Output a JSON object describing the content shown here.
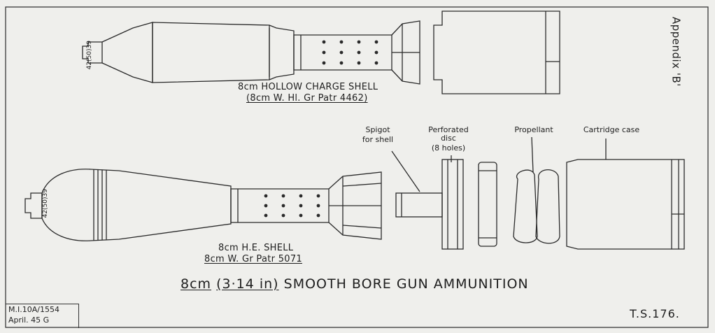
{
  "appendix": "Appendix 'B'",
  "hollow_shell": {
    "line1": "8cm HOLLOW CHARGE SHELL",
    "line2": "(8cm W. Hl. Gr Patr 4462)",
    "body_marking": "42(50)39"
  },
  "he_shell": {
    "line1": "8cm H.E. SHELL",
    "line2": "8cm W. Gr Patr 5071",
    "body_marking": "42(50)39"
  },
  "components": {
    "spigot": [
      "Spigot",
      "for shell"
    ],
    "disc": [
      "Perforated",
      "disc",
      "(8 holes)"
    ],
    "propellant": "Propellant",
    "cartridge": "Cartridge case"
  },
  "title": {
    "part1": "8cm",
    "part2": "(3·14 in)",
    "part3": "SMOOTH BORE GUN AMMUNITION"
  },
  "ref": {
    "line1": "M.I.10A/1554",
    "line2": "April. 45 G"
  },
  "sheet_no": "T.S.176."
}
